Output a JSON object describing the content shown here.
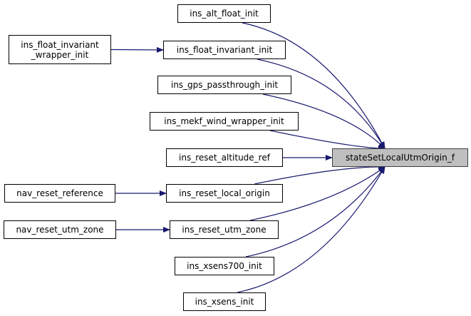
{
  "diagram": {
    "type": "call-graph",
    "edge_color": "#191970",
    "target": {
      "id": "target",
      "label": "stateSetLocalUtmOrigin_f",
      "fill": "#bfbfbf"
    },
    "callers": [
      {
        "id": "alt_float",
        "label": "ins_alt_float_init"
      },
      {
        "id": "float_inv",
        "label": "ins_float_invariant_init"
      },
      {
        "id": "gps_pass",
        "label": "ins_gps_passthrough_init"
      },
      {
        "id": "mekf_wind",
        "label": "ins_mekf_wind_wrapper_init"
      },
      {
        "id": "reset_alt",
        "label": "ins_reset_altitude_ref"
      },
      {
        "id": "reset_local",
        "label": "ins_reset_local_origin"
      },
      {
        "id": "reset_utm",
        "label": "ins_reset_utm_zone"
      },
      {
        "id": "xsens700",
        "label": "ins_xsens700_init"
      },
      {
        "id": "xsens",
        "label": "ins_xsens_init"
      }
    ],
    "second_level": [
      {
        "id": "float_inv_wrapper",
        "label": "ins_float_invariant\n_wrapper_init",
        "calls": "float_inv"
      },
      {
        "id": "nav_reset_ref",
        "label": "nav_reset_reference",
        "calls": "reset_local"
      },
      {
        "id": "nav_reset_utm",
        "label": "nav_reset_utm_zone",
        "calls": "reset_utm"
      }
    ],
    "edges": [
      [
        "alt_float",
        "target"
      ],
      [
        "float_inv",
        "target"
      ],
      [
        "gps_pass",
        "target"
      ],
      [
        "mekf_wind",
        "target"
      ],
      [
        "reset_alt",
        "target"
      ],
      [
        "reset_local",
        "target"
      ],
      [
        "reset_utm",
        "target"
      ],
      [
        "xsens700",
        "target"
      ],
      [
        "xsens",
        "target"
      ],
      [
        "float_inv_wrapper",
        "float_inv"
      ],
      [
        "nav_reset_ref",
        "reset_local"
      ],
      [
        "nav_reset_utm",
        "reset_utm"
      ]
    ]
  }
}
